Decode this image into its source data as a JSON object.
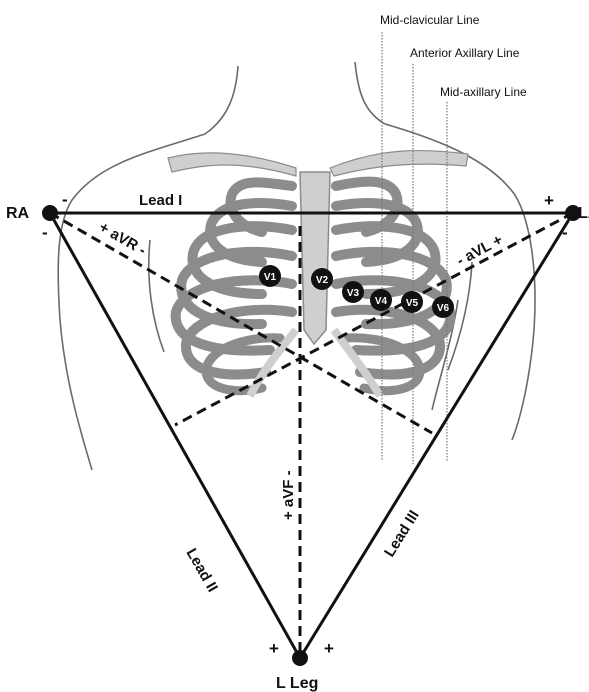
{
  "diagram": {
    "guide_lines": {
      "midclavicular": "Mid-clavicular Line",
      "anterior_axillary": "Anterior Axillary Line",
      "midaxillary": "Mid-axillary Line"
    },
    "limb_nodes": {
      "ra": "RA",
      "la": "LA",
      "l_leg": "L Leg"
    },
    "leads": {
      "lead_i": "Lead I",
      "lead_ii": "Lead II",
      "lead_iii": "Lead III",
      "avr": "+ aVR -",
      "avl": "- aVL +",
      "avf": "+ aVF -"
    },
    "signs": {
      "ra_top": "-",
      "ra_side": "-",
      "la_top": "+",
      "la_side": "-",
      "leg_left": "+",
      "leg_right": "+"
    },
    "precordial": [
      "V1",
      "V2",
      "V3",
      "V4",
      "V5",
      "V6"
    ],
    "colors": {
      "ink": "#111111",
      "bone_dark": "#8c8c8c",
      "bone_light": "#cfcfcf",
      "outline": "#6a6a6a"
    }
  }
}
